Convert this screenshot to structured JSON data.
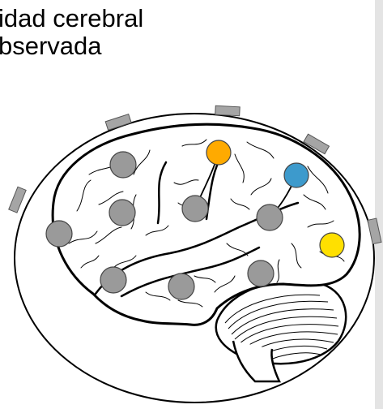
{
  "title_lines": [
    "idad cerebral",
    "bservada"
  ],
  "colors": {
    "outline": "#000000",
    "electrode_gray": "#9a9a9a",
    "pad_gray": "#a5a5a5",
    "highlight_orange": "#ffaa00",
    "highlight_blue": "#3d9acc",
    "highlight_yellow": "#ffe000"
  },
  "electrodes": [
    {
      "id": "e1",
      "color": "gray"
    },
    {
      "id": "e2",
      "color": "orange"
    },
    {
      "id": "e3",
      "color": "blue"
    },
    {
      "id": "e4",
      "color": "gray"
    },
    {
      "id": "e5",
      "color": "gray"
    },
    {
      "id": "e6",
      "color": "gray"
    },
    {
      "id": "e7",
      "color": "gray"
    },
    {
      "id": "e8",
      "color": "yellow"
    },
    {
      "id": "e9",
      "color": "gray"
    },
    {
      "id": "e10",
      "color": "gray"
    },
    {
      "id": "e11",
      "color": "gray"
    }
  ]
}
